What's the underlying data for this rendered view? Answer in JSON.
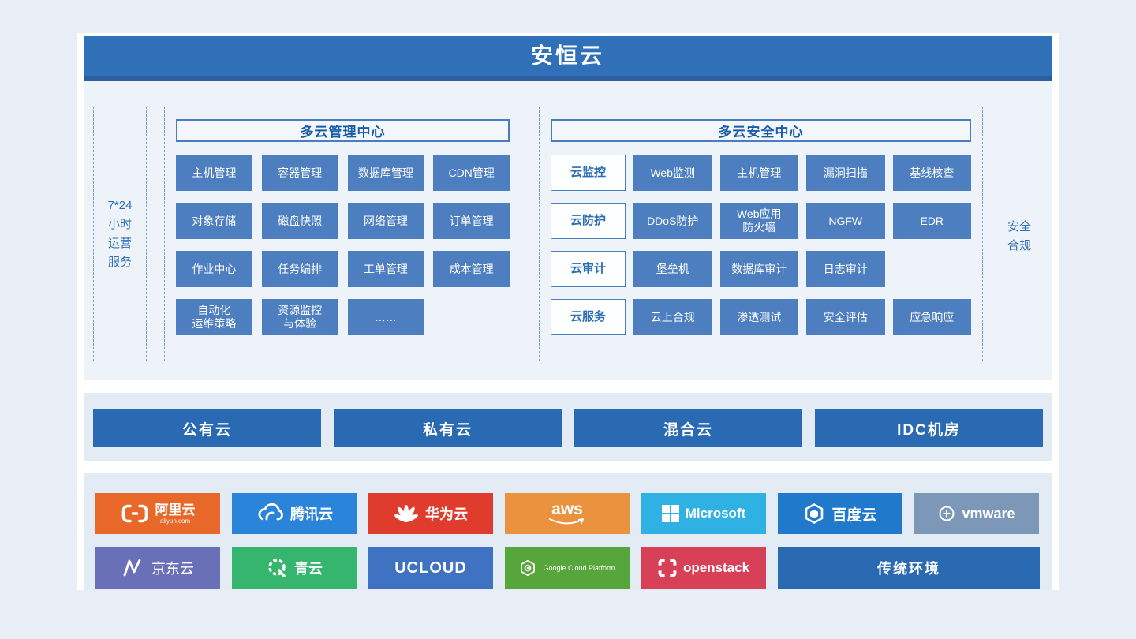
{
  "banner": {
    "title": "安恒云"
  },
  "ops": {
    "lines": [
      "7*24",
      "小时",
      "运营",
      "服务"
    ]
  },
  "management": {
    "title": "多云管理中心",
    "cells": [
      [
        "主机管理",
        "容器管理",
        "数据库管理",
        "CDN管理"
      ],
      [
        "对象存储",
        "磁盘快照",
        "网络管理",
        "订单管理"
      ],
      [
        "作业中心",
        "任务编排",
        "工单管理",
        "成本管理"
      ],
      [
        "自动化\n运维策略",
        "资源监控\n与体验",
        "……",
        ""
      ]
    ]
  },
  "security": {
    "title": "多云安全中心",
    "rows": [
      {
        "label": "云监控",
        "cells": [
          "Web监测",
          "主机管理",
          "漏洞扫描",
          "基线核查"
        ]
      },
      {
        "label": "云防护",
        "cells": [
          "DDoS防护",
          "Web应用\n防火墙",
          "NGFW",
          "EDR"
        ]
      },
      {
        "label": "云审计",
        "cells": [
          "堡垒机",
          "数据库审计",
          "日志审计",
          ""
        ]
      },
      {
        "label": "云服务",
        "cells": [
          "云上合规",
          "渗透测试",
          "安全评估",
          "应急响应"
        ]
      }
    ]
  },
  "compliance": {
    "lines": [
      "安全",
      "合规"
    ]
  },
  "cloud_types": {
    "items": [
      "公有云",
      "私有云",
      "混合云",
      "IDC机房"
    ]
  },
  "vendors": {
    "row1": [
      {
        "name": "阿里云",
        "sub": "aliyun.com",
        "color": "#e8682a"
      },
      {
        "name": "腾讯云",
        "color": "#2a84d9"
      },
      {
        "name": "华为云",
        "color": "#e03c2d"
      },
      {
        "name": "aws",
        "color": "#eb923f"
      },
      {
        "name": "Microsoft",
        "color": "#2fb1e3"
      },
      {
        "name": "百度云",
        "color": "#2079ca"
      },
      {
        "name": "vmware",
        "color": "#7d97b8"
      }
    ],
    "row2": [
      {
        "name": "京东云",
        "color": "#6a70b8"
      },
      {
        "name": "青云",
        "color": "#36b56e"
      },
      {
        "name": "UCLOUD",
        "color": "#3f72c2"
      },
      {
        "name": "Google Cloud Platform",
        "color": "#57a63c"
      },
      {
        "name": "openstack",
        "color": "#d84058"
      },
      {
        "name": "传统环境",
        "color": "#2a6ab3"
      }
    ]
  },
  "colors": {
    "banner_blue": "#3070b8",
    "banner_strip": "#2c5f9e",
    "cell_blue": "#4d7ec0",
    "button_blue": "#2a6ab3",
    "accent_text_blue": "#2e6eb5",
    "page_background": "#e9eef6",
    "band_background": "#e3ebf5",
    "dashed_border": "#7b9cd0"
  }
}
